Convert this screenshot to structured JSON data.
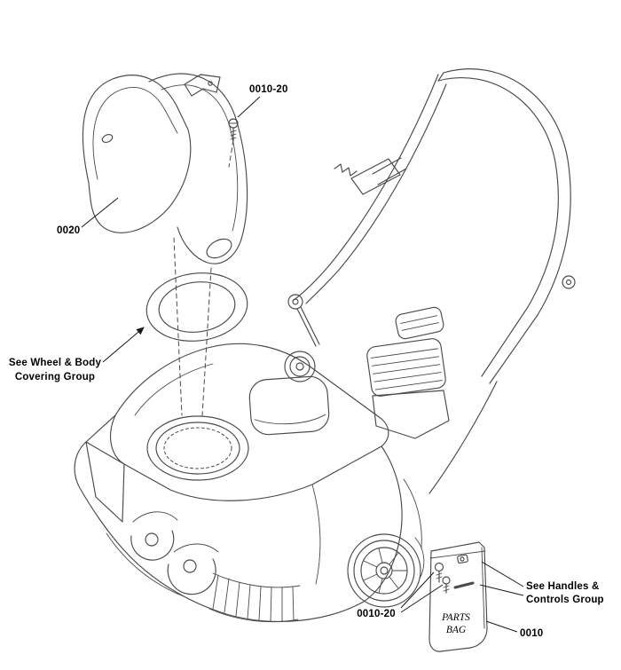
{
  "diagram": {
    "line_color": "#4a4a4a",
    "bg_color": "#ffffff",
    "labels": {
      "top_screw": "0010-20",
      "chute": "0020",
      "wheel_body_line1": "See Wheel & Body",
      "wheel_body_line2": "Covering Group",
      "bag_screws": "0010-20",
      "handles_line1": "See Handles &",
      "handles_line2": "Controls Group",
      "parts_bag_line1": "PARTS",
      "parts_bag_line2": "BAG",
      "bag": "0010"
    }
  }
}
